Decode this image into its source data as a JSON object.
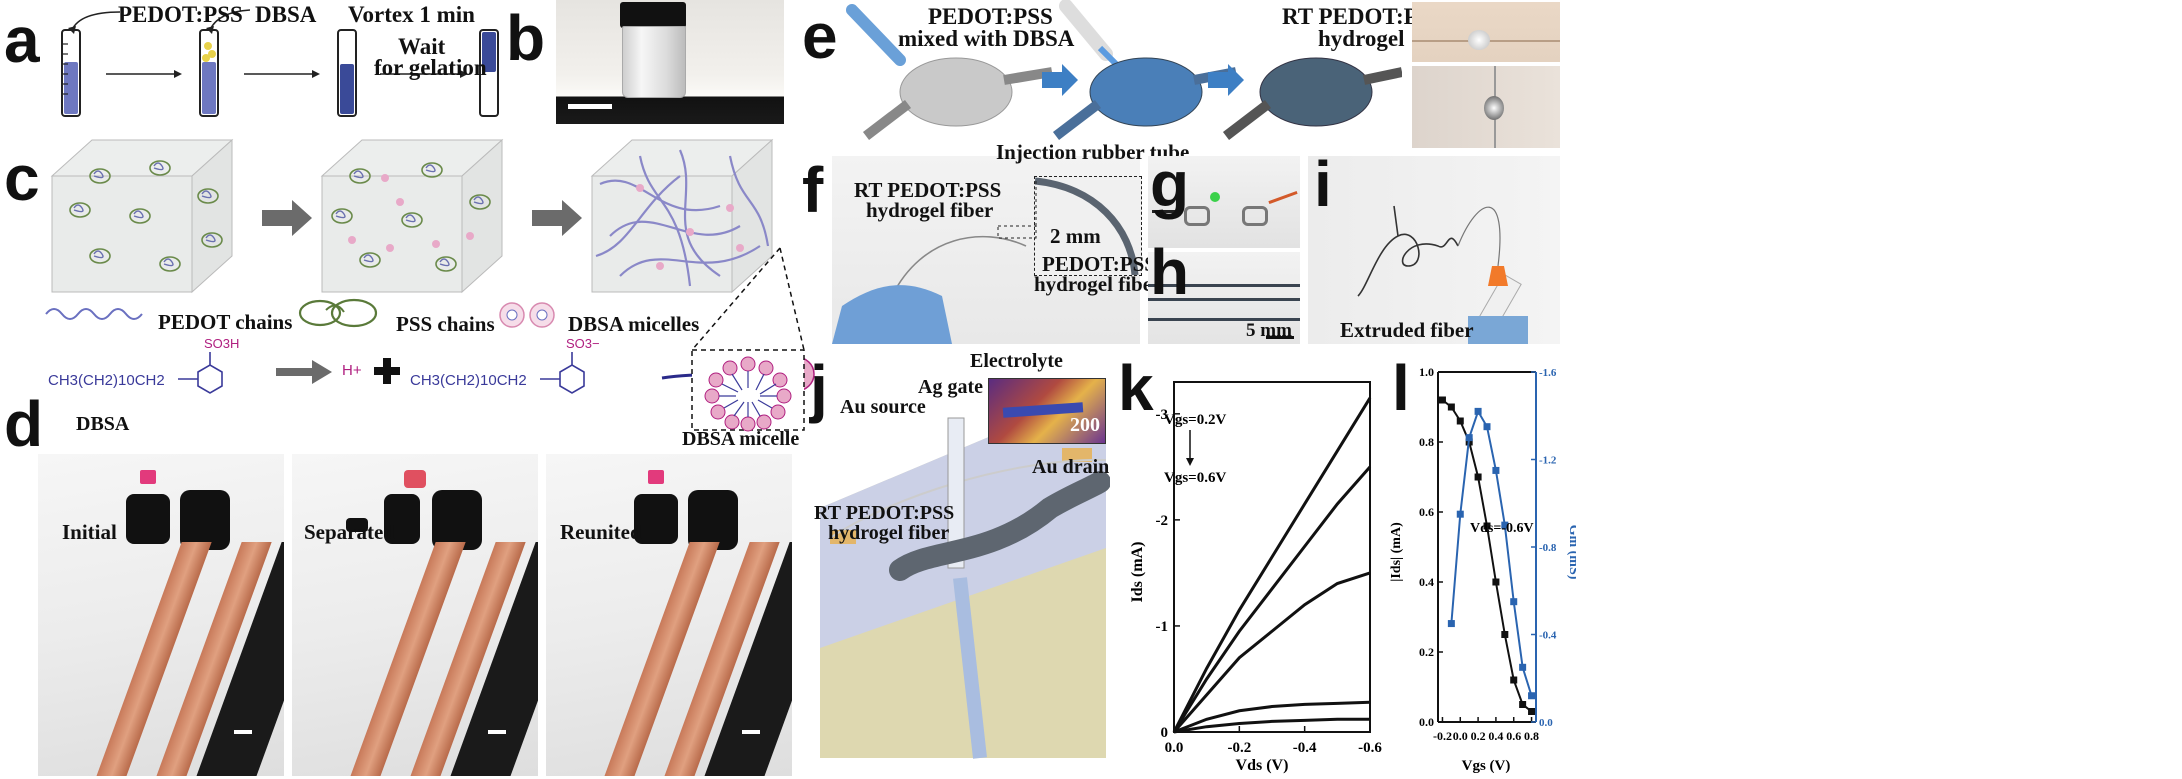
{
  "panel_letters": {
    "a": "a",
    "b": "b",
    "c": "c",
    "d": "d",
    "e": "e",
    "f": "f",
    "g": "g",
    "h": "h",
    "i": "i",
    "j": "j",
    "k": "k",
    "l": "l"
  },
  "panel_a": {
    "pedot_pss": "PEDOT:PSS",
    "dbsa": "DBSA",
    "vortex": "Vortex 1 min",
    "wait_line1": "Wait",
    "wait_line2": "for gelation"
  },
  "panel_c": {
    "legend_pedot": "PEDOT chains",
    "legend_pss": "PSS chains",
    "legend_dbsa": "DBSA micelles",
    "formula_left": "CH3(CH2)10CH2",
    "formula_right": "CH3(CH2)10CH2",
    "so3h": "SO3H",
    "so3m": "SO3−",
    "hplus": "H+",
    "dbsa_label": "DBSA",
    "micelle_label": "DBSA micelle"
  },
  "panel_d": {
    "initial": "Initial",
    "separated": "Separated",
    "reunited": "Reunited"
  },
  "panel_e": {
    "mixed_line1": "PEDOT:PSS",
    "mixed_line2": "mixed with DBSA",
    "rt_line1": "RT PEDOT:PSS",
    "rt_line2": "hydrogel"
  },
  "panel_f": {
    "injection_tube": "Injection rubber tube",
    "rt_line1": "RT PEDOT:PSS",
    "rt_line2": "hydrogel fiber",
    "scale": "2 mm",
    "pp_line1": "PEDOT:PSS",
    "pp_line2": "hydrogel fiber"
  },
  "panel_h": {
    "scale": "5 mm"
  },
  "panel_i": {
    "extruded": "Extruded fiber"
  },
  "panel_j": {
    "electrolyte": "Electrolyte",
    "ag_gate": "Ag gate",
    "au_source": "Au source",
    "au_drain": "Au drain",
    "fiber_line1": "RT PEDOT:PSS",
    "fiber_line2": "hydrogel fiber",
    "inset_scale": "200"
  },
  "colors": {
    "tube_blue": "#6e78c0",
    "arrow_gray": "#6b6b6b",
    "gel_blue": "#4a7fb8",
    "micelle_pink": "#e8a9c8",
    "l_blue": "#2a64b0"
  },
  "chart_data": [
    {
      "type": "line",
      "panel": "k",
      "xlabel": "Vds (V)",
      "ylabel": "Ids (mA)",
      "xlim": [
        0,
        -0.6
      ],
      "ylim": [
        0,
        -3.3
      ],
      "xticks": [
        "0.0",
        "-0.2",
        "-0.4",
        "-0.6"
      ],
      "yticks": [
        "0",
        "-1",
        "-2",
        "-3"
      ],
      "annotation_top": "Vgs=0.2V",
      "annotation_bottom": "Vgs=0.6V",
      "x": [
        0,
        -0.1,
        -0.2,
        -0.3,
        -0.4,
        -0.5,
        -0.6
      ],
      "series": [
        {
          "values": [
            0,
            -0.6,
            -1.15,
            -1.65,
            -2.15,
            -2.65,
            -3.15
          ]
        },
        {
          "values": [
            0,
            -0.5,
            -0.95,
            -1.35,
            -1.75,
            -2.15,
            -2.5
          ]
        },
        {
          "values": [
            0,
            -0.35,
            -0.7,
            -0.95,
            -1.2,
            -1.4,
            -1.5
          ]
        },
        {
          "values": [
            0,
            -0.12,
            -0.2,
            -0.24,
            -0.26,
            -0.27,
            -0.28
          ]
        },
        {
          "values": [
            0,
            -0.05,
            -0.08,
            -0.1,
            -0.11,
            -0.12,
            -0.12
          ]
        }
      ]
    },
    {
      "type": "line",
      "panel": "l",
      "xlabel": "Vgs (V)",
      "ylabel_left": "|Ids| (mA)",
      "ylabel_right": "Gm (mS)",
      "xlim": [
        -0.25,
        0.85
      ],
      "ylim_left": [
        0,
        1.0
      ],
      "ylim_right": [
        0,
        -1.6
      ],
      "xticks": [
        "-0.2",
        "0.0",
        "0.2",
        "0.4",
        "0.6",
        "0.8"
      ],
      "yticks_left": [
        "0.0",
        "0.2",
        "0.4",
        "0.6",
        "0.8",
        "1.0"
      ],
      "yticks_right": [
        "0.0",
        "-0.4",
        "-0.8",
        "-1.2",
        "-1.6"
      ],
      "annotation": "Vds=-0.6V",
      "series": [
        {
          "name": "",
          "axis": "left",
          "x": [
            -0.2,
            -0.1,
            0.0,
            0.1,
            0.2,
            0.3,
            0.4,
            0.5,
            0.6,
            0.7,
            0.8
          ],
          "values": [
            0.92,
            0.9,
            0.86,
            0.8,
            0.7,
            0.56,
            0.4,
            0.25,
            0.12,
            0.05,
            0.03
          ]
        },
        {
          "name": "",
          "axis": "right",
          "x": [
            -0.1,
            0.0,
            0.1,
            0.2,
            0.3,
            0.4,
            0.5,
            0.6,
            0.7,
            0.8
          ],
          "values": [
            -0.45,
            -0.95,
            -1.3,
            -1.42,
            -1.35,
            -1.15,
            -0.9,
            -0.55,
            -0.25,
            -0.12
          ]
        }
      ]
    }
  ]
}
